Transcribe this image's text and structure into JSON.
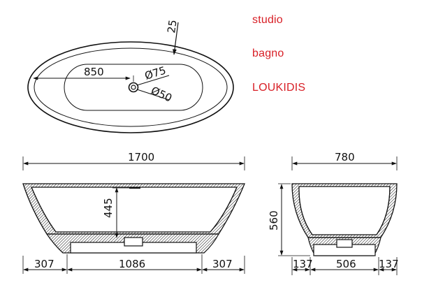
{
  "brand": {
    "line1": "studio",
    "line2": "bagno",
    "line3": "LOUKIDIS",
    "color": "#d81f26"
  },
  "top_view": {
    "rim_width": "25",
    "drain_offset": "850",
    "drain_outer_diameter": "Ø75",
    "drain_inner_diameter": "Ø50"
  },
  "front_view": {
    "overall_length": "1700",
    "height": "445",
    "base_left": "307",
    "base_length": "1086",
    "base_right": "307"
  },
  "side_view": {
    "overall_width": "780",
    "height": "560",
    "base_left": "137",
    "base_width": "506",
    "base_right": "137"
  }
}
